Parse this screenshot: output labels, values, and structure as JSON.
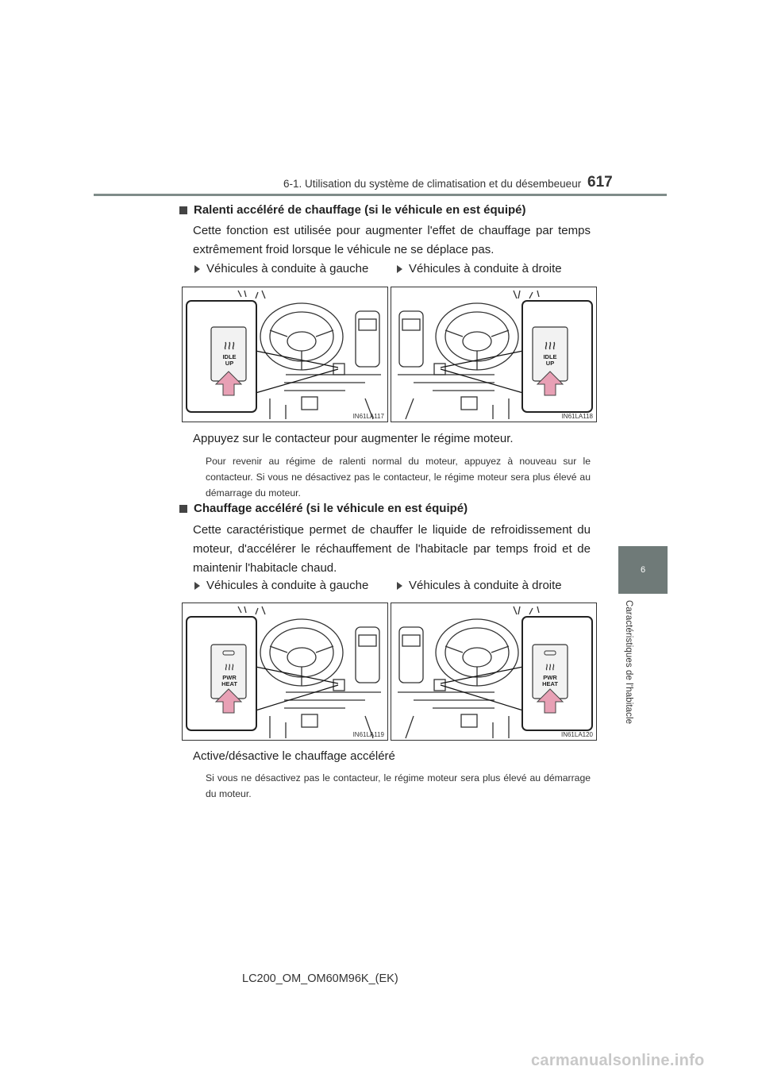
{
  "header": {
    "section": "6-1. Utilisation du système de climatisation et du désembeueur",
    "page_number": "617"
  },
  "sidebar": {
    "chapter_number": "6",
    "chapter_title": "Caractéristiques de l'habitacle"
  },
  "block1": {
    "heading": "Ralenti accéléré de chauffage (si le véhicule en est équipé)",
    "intro": "Cette fonction est utilisée pour augmenter l'effet de chauffage par temps extrêmement froid lorsque le véhicule ne se déplace pas.",
    "left_label": "Véhicules à conduite à gauche",
    "right_label": "Véhicules à conduite à droite",
    "fig_left_code": "IN61LA117",
    "fig_right_code": "IN61LA118",
    "button_text_line1": "IDLE",
    "button_text_line2": "UP",
    "instruction": "Appuyez sur le contacteur pour augmenter le régime moteur.",
    "note": "Pour revenir au régime de ralenti normal du moteur, appuyez à nouveau sur le contacteur. Si vous ne désactivez pas le contacteur, le régime moteur sera plus élevé au démarrage du moteur."
  },
  "block2": {
    "heading": "Chauffage accéléré (si le véhicule en est équipé)",
    "intro": "Cette caractéristique permet de chauffer le liquide de refroidissement du moteur, d'accélérer le réchauffement de l'habitacle par temps froid et de maintenir l'habitacle chaud.",
    "left_label": "Véhicules à conduite à gauche",
    "right_label": "Véhicules à conduite à droite",
    "fig_left_code": "IN61LA119",
    "fig_right_code": "IN61LA120",
    "button_text_line1": "PWR",
    "button_text_line2": "HEAT",
    "instruction": "Active/désactive le chauffage accéléré",
    "note": "Si vous ne désactivez pas le contacteur, le régime moteur sera plus élevé au démarrage du moteur."
  },
  "footer": {
    "doc_code": "LC200_OM_OM60M96K_(EK)",
    "watermark": "carmanualsonline.info"
  },
  "icons": [
    "heat-waves-icon",
    "pointer-arrow-icon",
    "square-bullet-icon",
    "triangle-bullet-icon"
  ]
}
